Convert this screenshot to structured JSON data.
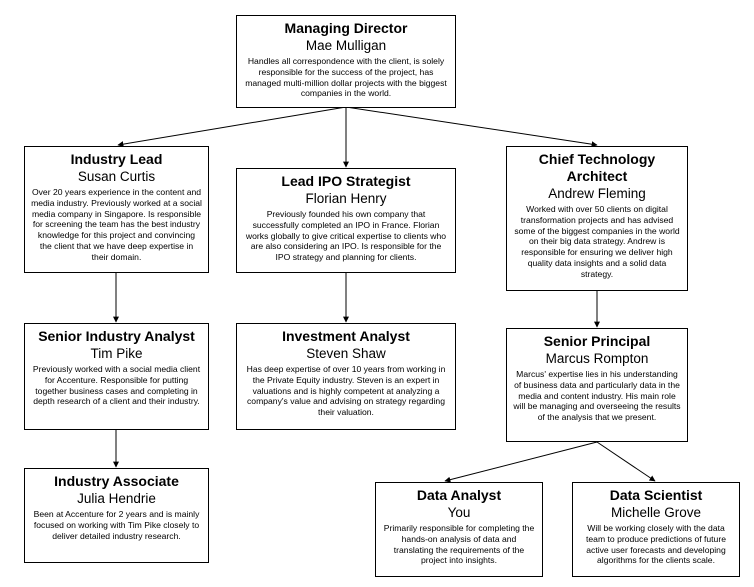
{
  "nodes": {
    "md": {
      "role": "Managing Director",
      "person": "Mae Mulligan",
      "desc": "Handles all correspondence with the client, is solely responsible for the success of the project, has managed multi-million dollar projects with the biggest companies in the world."
    },
    "lead": {
      "role": "Industry Lead",
      "person": "Susan Curtis",
      "desc": "Over 20 years experience in the content and media industry. Previously worked at a social media company in Singapore. Is responsible for screening the team has the best industry knowledge for this project and convincing the client that we have deep expertise in their domain."
    },
    "ipo": {
      "role": "Lead IPO Strategist",
      "person": "Florian Henry",
      "desc": "Previously founded his own company that successfully completed an IPO in France. Florian works globally to give critical expertise to clients who are also considering an IPO. Is responsible for the IPO strategy and planning for clients."
    },
    "cto": {
      "role": "Chief Technology Architect",
      "person": "Andrew Fleming",
      "desc": "Worked with over 50 clients on digital transformation projects and has advised some of the biggest companies in the world on their big data strategy. Andrew is responsible for ensuring we deliver high quality data insights and a solid data strategy."
    },
    "sia": {
      "role": "Senior Industry Analyst",
      "person": "Tim Pike",
      "desc": "Previously worked with a social media client for Accenture. Responsible for putting together business cases and completing in depth research of a client and their industry."
    },
    "inv": {
      "role": "Investment Analyst",
      "person": "Steven Shaw",
      "desc": "Has deep expertise of over 10 years from working in the Private Equity industry. Steven is an expert in valuations and is highly competent at analyzing a company's value and advising on strategy regarding their valuation."
    },
    "sp": {
      "role": "Senior Principal",
      "person": "Marcus Rompton",
      "desc": "Marcus' expertise lies in his understanding of business data and particularly data in the media and content industry. His main role will be managing and overseeing the results of the analysis that we present."
    },
    "assoc": {
      "role": "Industry Associate",
      "person": "Julia Hendrie",
      "desc": "Been at Accenture for 2 years and is mainly focused on working with Tim Pike closely to deliver detailed industry research."
    },
    "da": {
      "role": "Data Analyst",
      "person": "You",
      "desc": "Primarily responsible for completing the hands-on analysis of data and translating the requirements of the project into insights."
    },
    "ds": {
      "role": "Data Scientist",
      "person": "Michelle Grove",
      "desc": "Will be working closely with the data team to produce predictions of future active user forecasts and developing algorithms for the clients scale."
    }
  }
}
